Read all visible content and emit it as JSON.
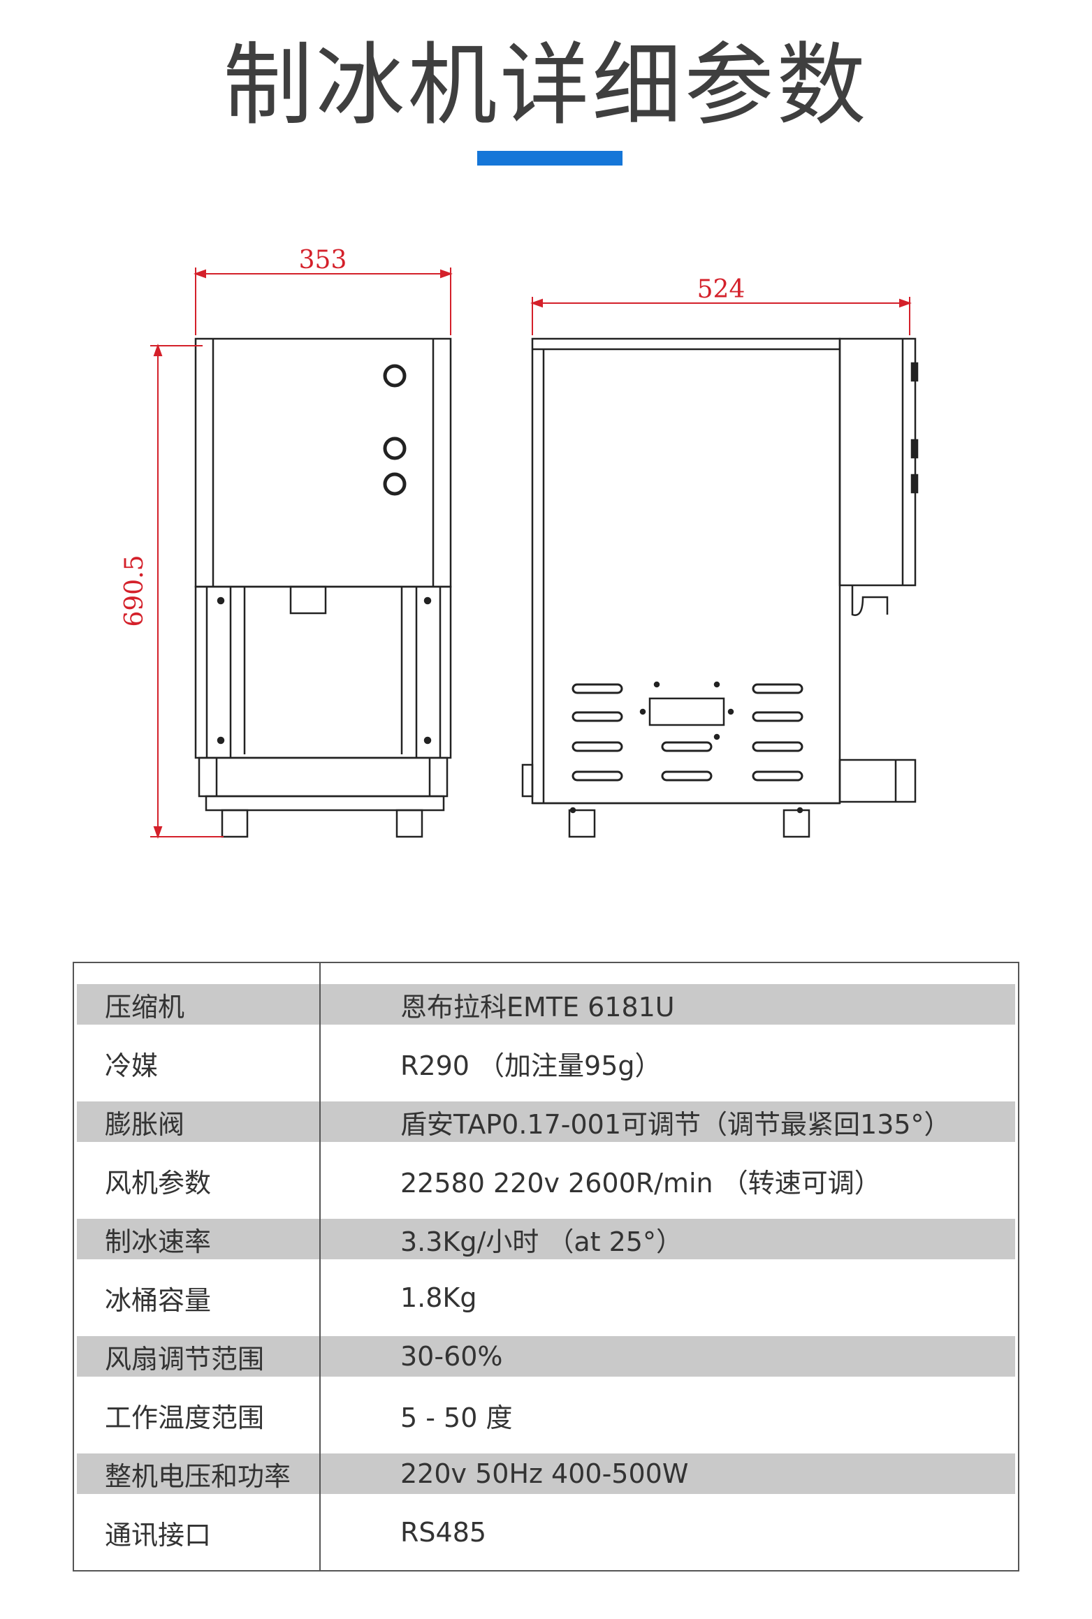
{
  "title": "制冰机详细参数",
  "colors": {
    "accent": "#1576d8",
    "dimension": "#d4202a",
    "row_shade": "#c9c9c9"
  },
  "diagram": {
    "dim_width_front": "353",
    "dim_height": "690.5",
    "dim_width_side": "524"
  },
  "specs": [
    {
      "label": "压缩机",
      "value": "恩布拉科EMTE 6181U"
    },
    {
      "label": "冷媒",
      "value": "R290 （加注量95g）"
    },
    {
      "label": "膨胀阀",
      "value": "盾安TAP0.17-001可调节（调节最紧回135°）"
    },
    {
      "label": "风机参数",
      "value": "22580 220v 2600R/min （转速可调）"
    },
    {
      "label": "制冰速率",
      "value": "3.3Kg/小时 （at 25°）"
    },
    {
      "label": "冰桶容量",
      "value": "1.8Kg"
    },
    {
      "label": "风扇调节范围",
      "value": "30-60%"
    },
    {
      "label": "工作温度范围",
      "value": "5 - 50 度"
    },
    {
      "label": "整机电压和功率",
      "value": "220v 50Hz 400-500W"
    },
    {
      "label": "通讯接口",
      "value": "RS485"
    }
  ]
}
